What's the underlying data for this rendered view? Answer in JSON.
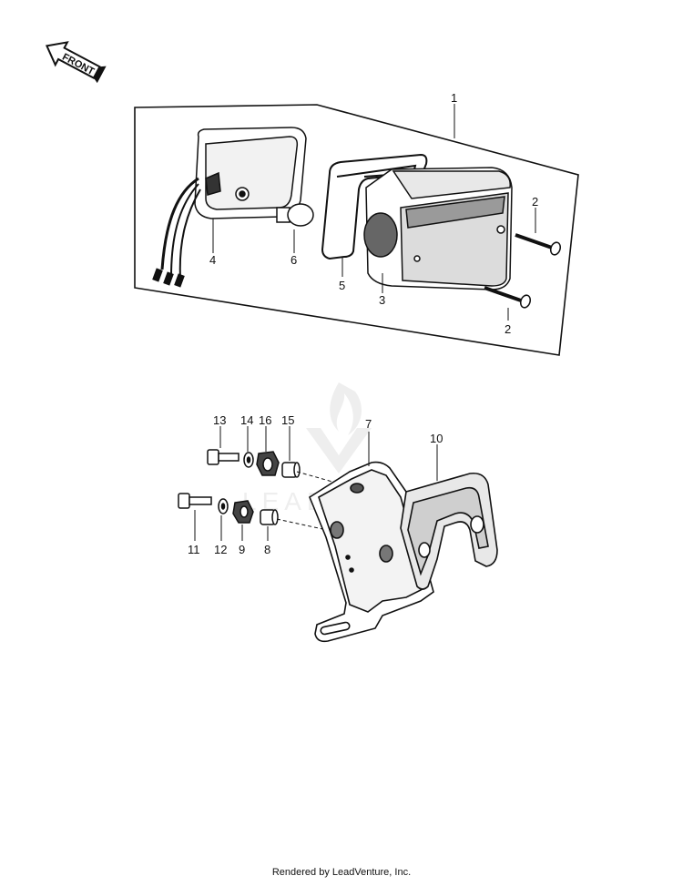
{
  "front_badge": {
    "label": "FRONT",
    "icon": "front-arrow-icon"
  },
  "callouts": {
    "c1": "1",
    "c2a": "2",
    "c2b": "2",
    "c3": "3",
    "c4": "4",
    "c5": "5",
    "c6": "6",
    "c7": "7",
    "c8": "8",
    "c9": "9",
    "c10": "10",
    "c11": "11",
    "c12": "12",
    "c13": "13",
    "c14": "14",
    "c15": "15",
    "c16": "16"
  },
  "watermark": {
    "icon": "leadventure-watermark-icon",
    "text": "LEADVENTURE"
  },
  "footer": {
    "text": "Rendered by LeadVenture, Inc."
  }
}
